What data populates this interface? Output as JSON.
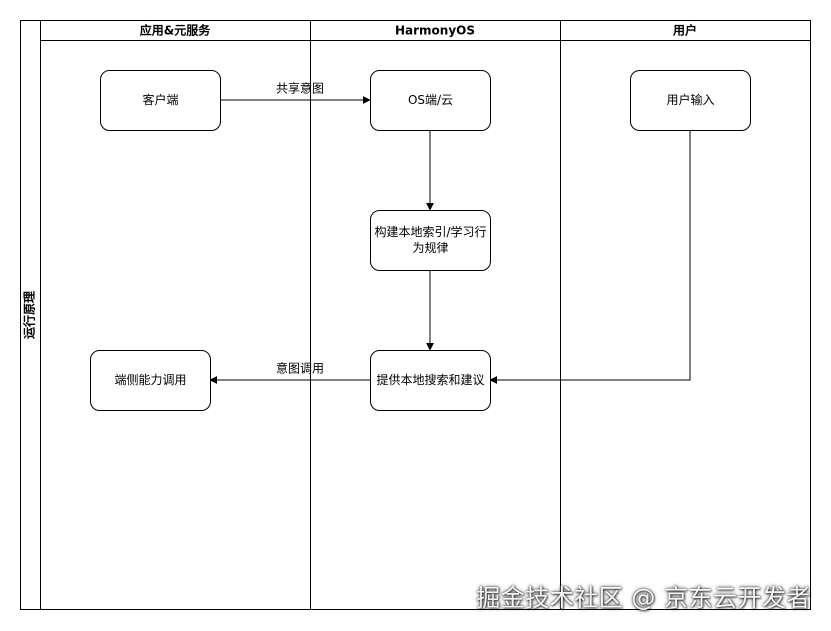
{
  "diagram": {
    "pool_title": "运行原理",
    "lanes": [
      {
        "id": "app",
        "label": "应用&元服务"
      },
      {
        "id": "os",
        "label": "HarmonyOS"
      },
      {
        "id": "user",
        "label": "用户"
      }
    ],
    "nodes": [
      {
        "id": "client",
        "lines": [
          "客户端"
        ]
      },
      {
        "id": "os-cloud",
        "lines": [
          "OS端/云"
        ]
      },
      {
        "id": "user-input",
        "lines": [
          "用户输入"
        ]
      },
      {
        "id": "build-index",
        "lines": [
          "构建本地索引/学习行",
          "为规律"
        ]
      },
      {
        "id": "search-suggest",
        "lines": [
          "提供本地搜索和建议"
        ]
      },
      {
        "id": "call-capability",
        "lines": [
          "端侧能力调用"
        ]
      }
    ],
    "edges": [
      {
        "id": "share-intent",
        "from": "client",
        "to": "os-cloud",
        "label": "共享意图"
      },
      {
        "id": "oscloud-to-build",
        "from": "os-cloud",
        "to": "build-index",
        "label": ""
      },
      {
        "id": "build-to-search",
        "from": "build-index",
        "to": "search-suggest",
        "label": ""
      },
      {
        "id": "user-to-search",
        "from": "user-input",
        "to": "search-suggest",
        "label": ""
      },
      {
        "id": "intent-call",
        "from": "search-suggest",
        "to": "call-capability",
        "label": "意图调用"
      }
    ]
  },
  "watermark": "掘金技术社区 @ 京东云开发者"
}
